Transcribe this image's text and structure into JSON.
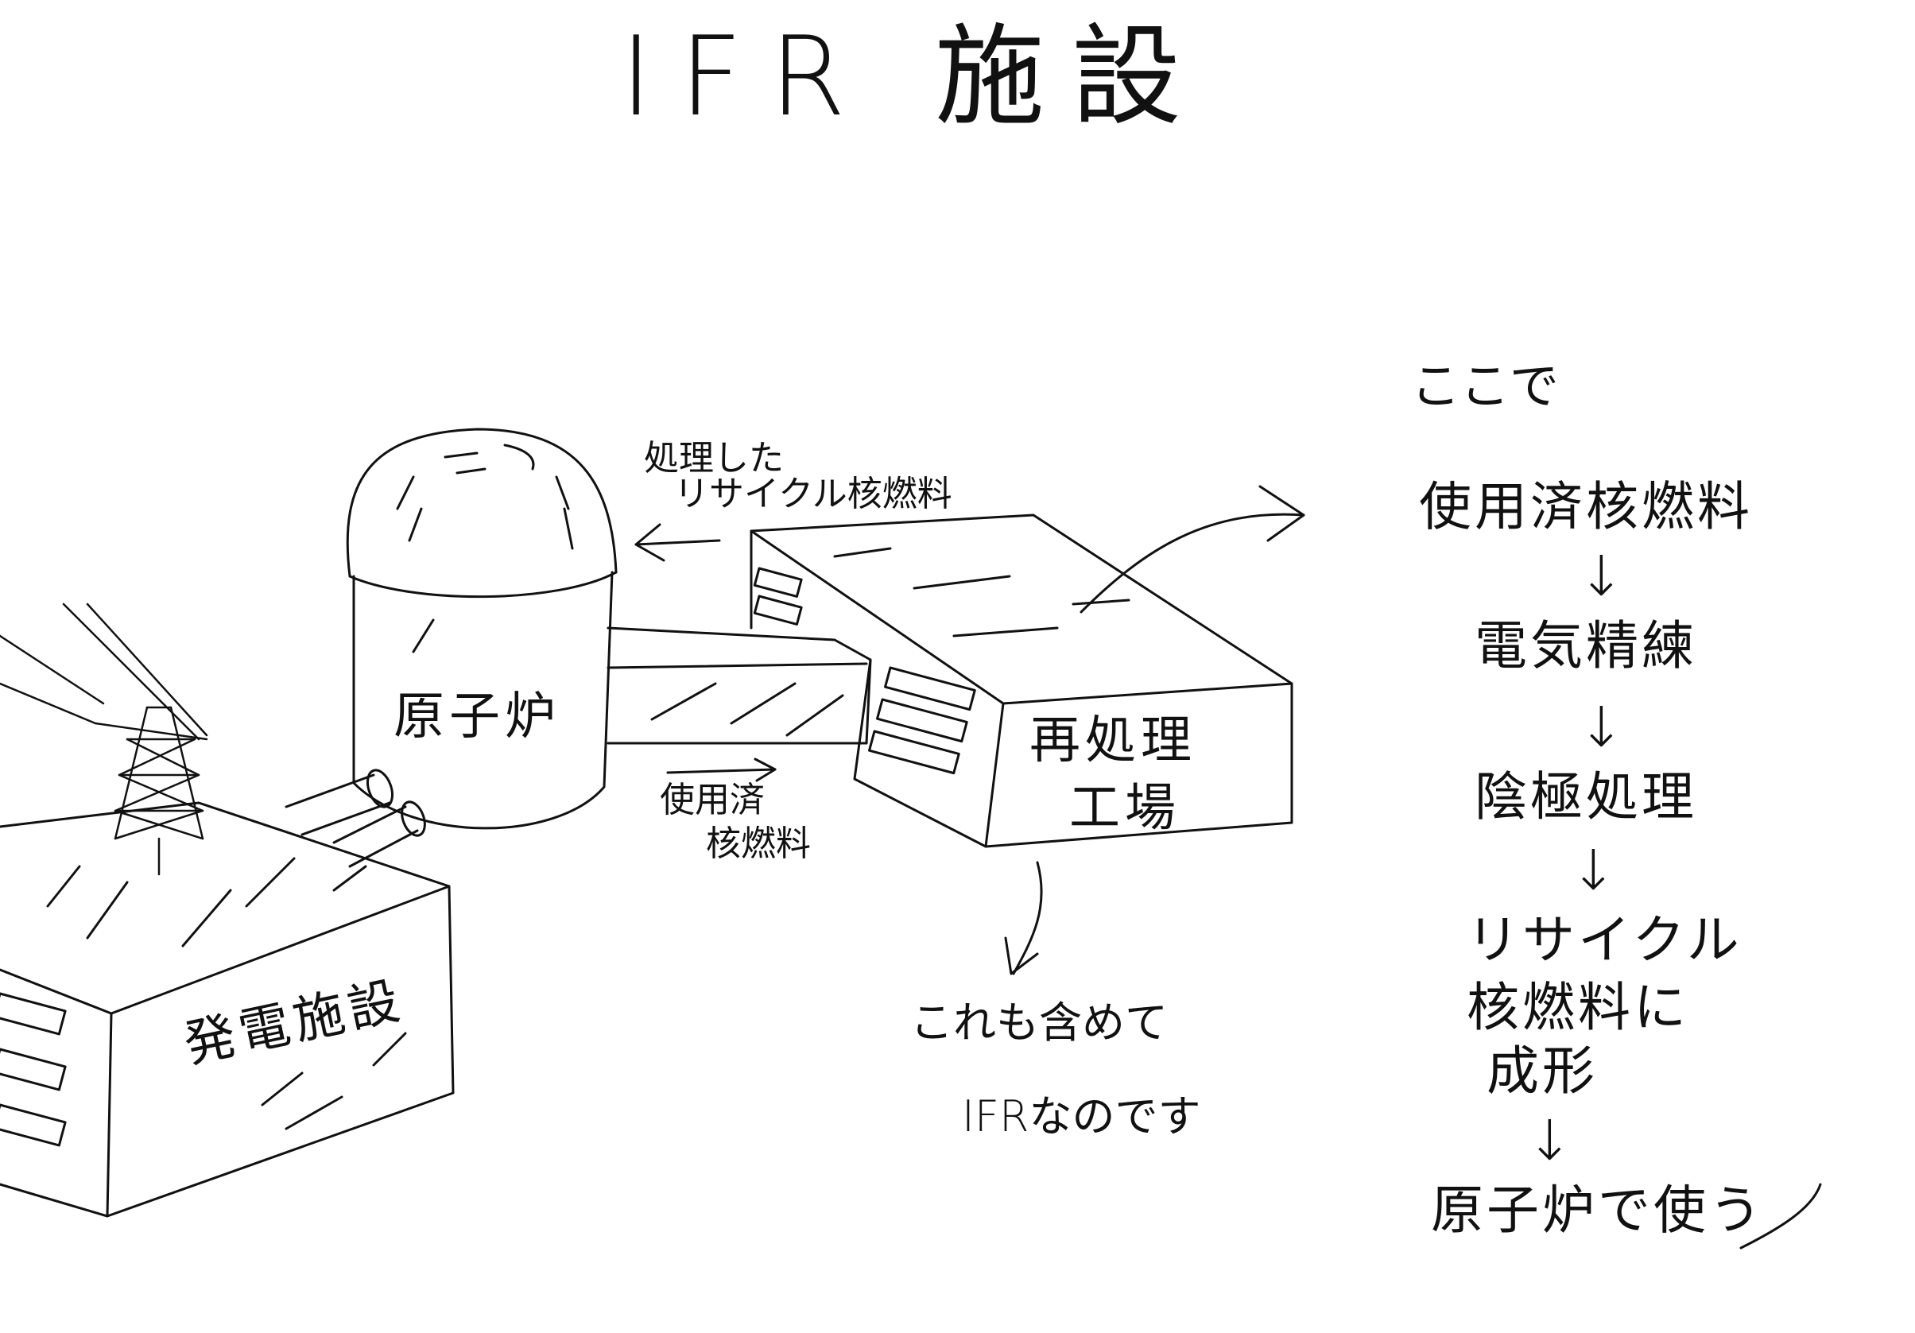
{
  "title": "IFR 施設",
  "buildings": {
    "reactor": "原子炉",
    "reprocessing_line1": "再処理",
    "reprocessing_line2": "工場",
    "power_plant": "発電施設"
  },
  "annotations": {
    "recycled_fuel_line1": "処理した",
    "recycled_fuel_line2": "リサイクル核燃料",
    "spent_fuel_line1": "使用済",
    "spent_fuel_line2": "核燃料",
    "included_line1": "これも含めて",
    "included_line2": "IFRなのです"
  },
  "process": {
    "intro": "ここで",
    "steps": [
      "使用済核燃料",
      "電気精練",
      "陰極処理",
      "リサイクル",
      "核燃料に",
      "成形",
      "原子炉で使う"
    ],
    "arrow": "↓"
  }
}
